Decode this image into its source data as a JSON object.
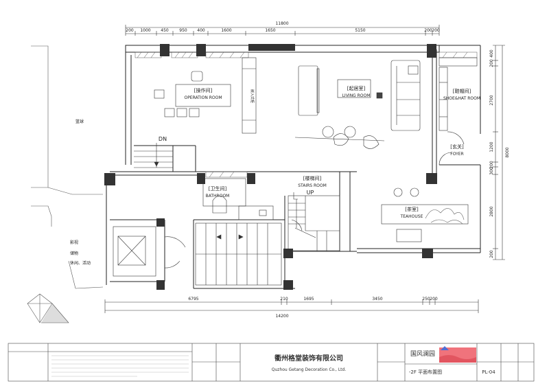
{
  "dimensions": {
    "top_total": "11800",
    "top_segments": [
      "200",
      "1000",
      "450",
      "950",
      "400",
      "1600",
      "1650",
      "5150",
      "200",
      "200"
    ],
    "bottom_total": "14200",
    "bottom_segments": [
      "6795",
      "210",
      "1695",
      "3450",
      "250",
      "200"
    ],
    "right_segments": [
      "400",
      "200",
      "2700",
      "1200",
      "200",
      "300",
      "2800",
      "200"
    ],
    "right_total": "8000"
  },
  "rooms": {
    "operation_cn": "[操作间]",
    "operation_en": "OPERATION ROOM",
    "living_cn": "[起居室]",
    "living_en": "LIVING ROOM",
    "shoe_cn": "[鞋帽间]",
    "shoe_en": "SHOE&HAT ROOM",
    "foyer_cn": "[玄关]",
    "foyer_en": "FOYER",
    "stairs_cn": "[楼梯间]",
    "stairs_en": "STAIRS ROOM",
    "up": "UP",
    "dn": "DN",
    "bath_cn": "[卫生间]",
    "bath_en": "BATHROOM",
    "tea_cn": "[茶室]",
    "tea_en": "TEAHOUSE",
    "cabinet": "嵌入式柜",
    "outside_green": "篮球",
    "film_1": "影视",
    "film_2": "储物",
    "film_3": "休闲、活动"
  },
  "title_block": {
    "company_cn": "衢州格堂装饰有限公司",
    "company_en": "Quzhou Getang Decoration Co., Ltd.",
    "project": "国风澜园",
    "drawing": "-2F 平面布置图",
    "number": "PL-04"
  },
  "colors": {
    "line": "#222222",
    "column": "#333333",
    "accent": "#f0737c",
    "accent_dark": "#e25560"
  }
}
